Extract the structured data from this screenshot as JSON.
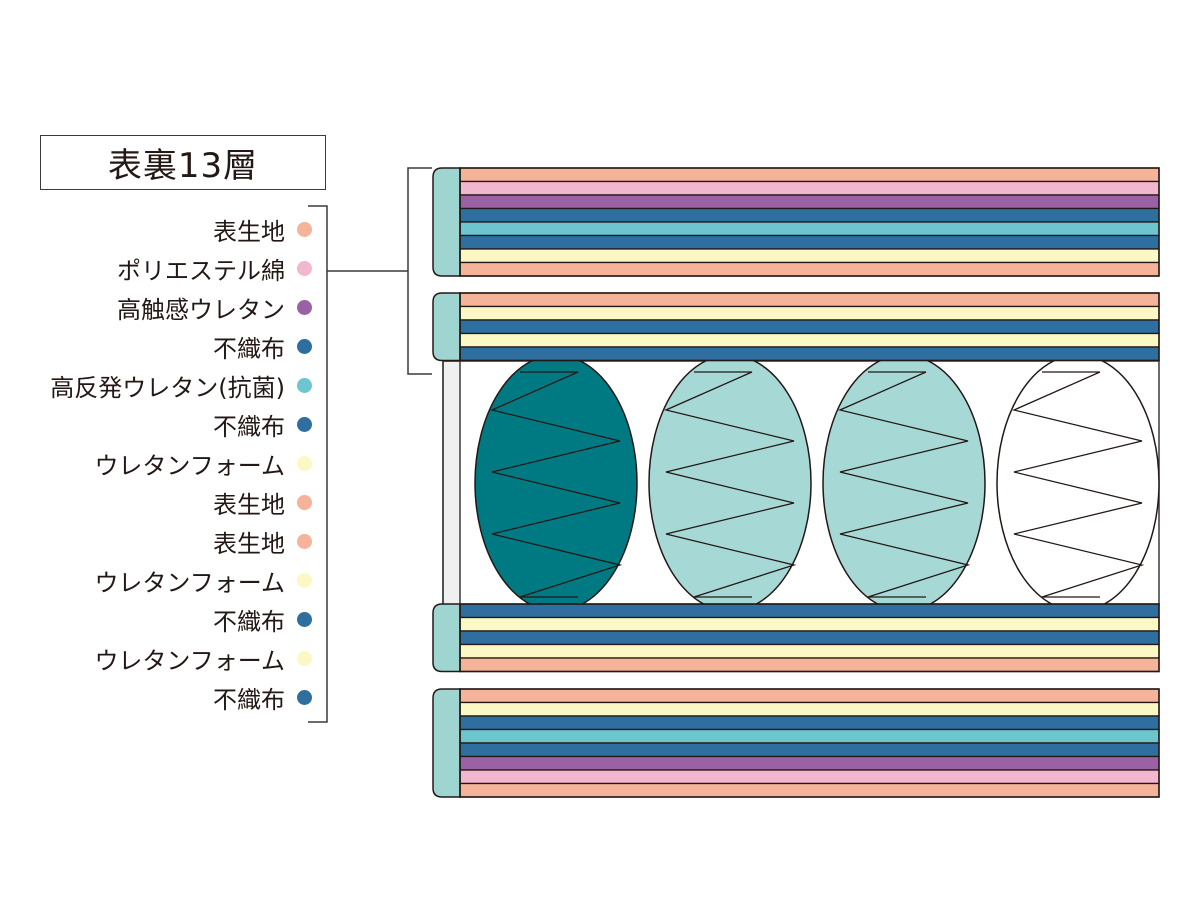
{
  "title": "表裏13層",
  "legend": [
    {
      "label": "表生地",
      "color": "#f5b39a"
    },
    {
      "label": "ポリエステル綿",
      "color": "#f3b6cf"
    },
    {
      "label": "高触感ウレタン",
      "color": "#9a62a4"
    },
    {
      "label": "不織布",
      "color": "#2f6f9f"
    },
    {
      "label": "高反発ウレタン(抗菌)",
      "color": "#6cc5cf"
    },
    {
      "label": "不織布",
      "color": "#2f6f9f"
    },
    {
      "label": "ウレタンフォーム",
      "color": "#fcf8c6"
    },
    {
      "label": "表生地",
      "color": "#f5b39a"
    },
    {
      "label": "表生地",
      "color": "#f5b39a"
    },
    {
      "label": "ウレタンフォーム",
      "color": "#fcf8c6"
    },
    {
      "label": "不織布",
      "color": "#2f6f9f"
    },
    {
      "label": "ウレタンフォーム",
      "color": "#fcf8c6"
    },
    {
      "label": "不織布",
      "color": "#2f6f9f"
    }
  ],
  "colors": {
    "salmon": "#f5b39a",
    "pink": "#f3b6cf",
    "purple": "#9a62a4",
    "blue": "#2f6f9f",
    "cyan": "#6cc5cf",
    "cream": "#fcf8c6",
    "edge": "#9fd5d1",
    "coil_dark": "#007a82",
    "coil_light": "#a6d8d5",
    "coil_white": "#ffffff",
    "frame": "#f0f0f0"
  },
  "blocks": [
    {
      "stripes": [
        "salmon",
        "pink",
        "purple",
        "blue",
        "cyan",
        "blue",
        "cream",
        "salmon"
      ]
    },
    {
      "stripes": [
        "salmon",
        "cream",
        "blue",
        "cream",
        "blue"
      ]
    },
    {
      "stripes": [
        "blue",
        "cream",
        "blue",
        "cream",
        "salmon"
      ]
    },
    {
      "stripes": [
        "salmon",
        "cream",
        "blue",
        "cyan",
        "blue",
        "purple",
        "pink",
        "salmon"
      ]
    }
  ],
  "coils": [
    "coil_dark",
    "coil_light",
    "coil_light",
    "coil_white"
  ]
}
